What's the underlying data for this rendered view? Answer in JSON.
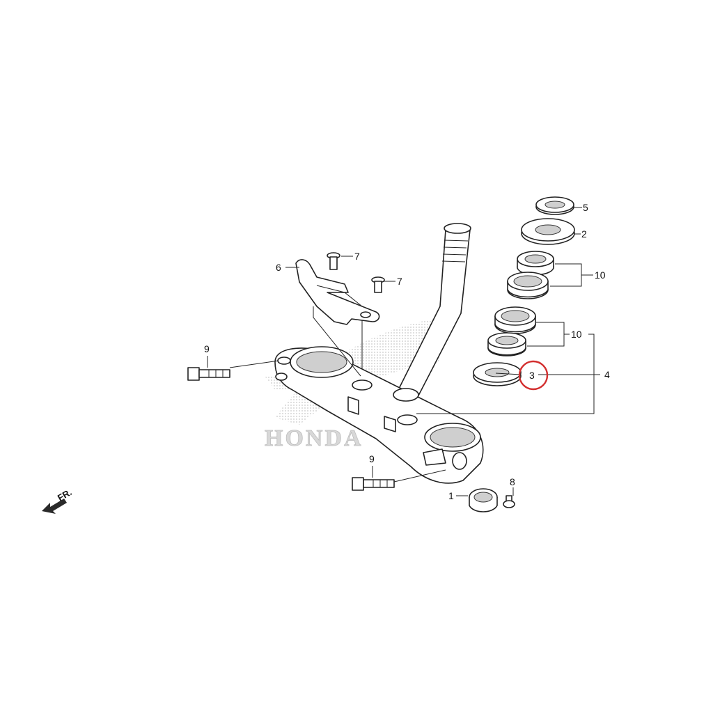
{
  "watermark": "HONDA",
  "front_indicator": "FR.",
  "highlight_color": "#d32f2f",
  "callouts": {
    "c1": "1",
    "c2": "2",
    "c3": "3",
    "c4": "4",
    "c5": "5",
    "c6": "6",
    "c7a": "7",
    "c7b": "7",
    "c8": "8",
    "c9a": "9",
    "c9b": "9",
    "c10a": "10",
    "c10b": "10"
  }
}
